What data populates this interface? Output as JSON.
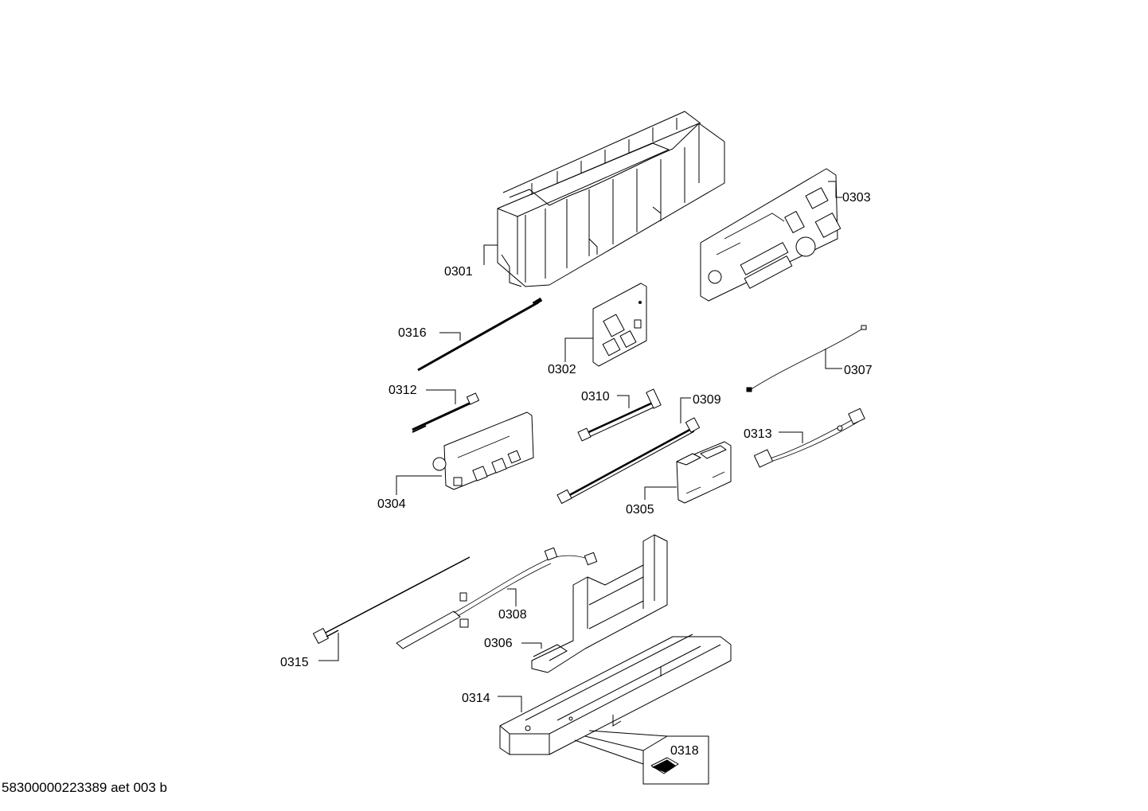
{
  "parts": {
    "p0301": "0301",
    "p0302": "0302",
    "p0303": "0303",
    "p0304": "0304",
    "p0305": "0305",
    "p0306": "0306",
    "p0307": "0307",
    "p0308": "0308",
    "p0309": "0309",
    "p0310": "0310",
    "p0312": "0312",
    "p0313": "0313",
    "p0314": "0314",
    "p0315": "0315",
    "p0316": "0316",
    "p0318": "0318"
  },
  "footer": "58300000223389 aet 003 b"
}
